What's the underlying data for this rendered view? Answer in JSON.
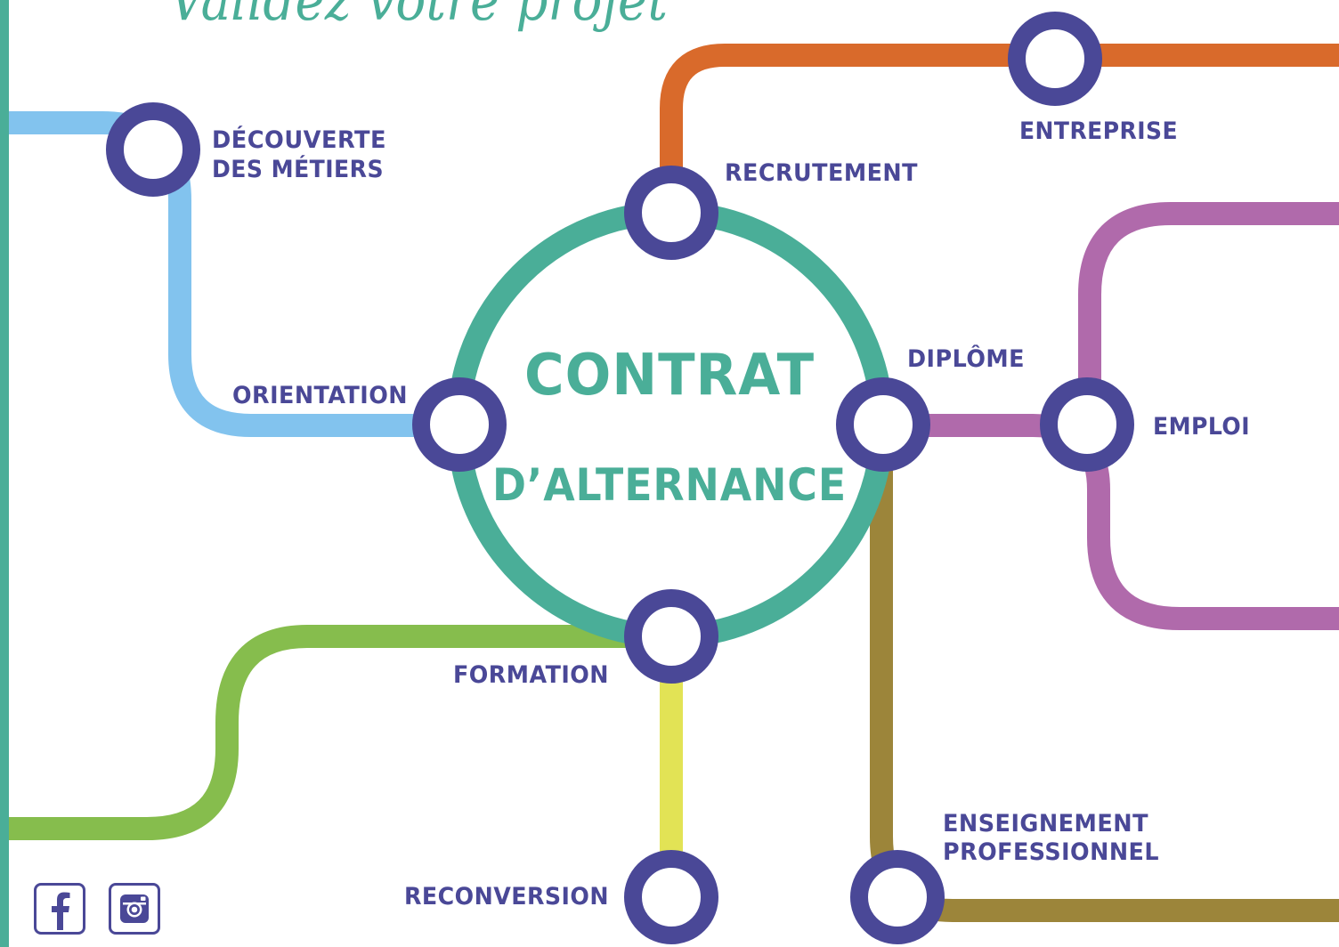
{
  "header": {
    "script_title": "Validez votre projet"
  },
  "center": {
    "line1": "CONTRAT",
    "line2": "D’ALTERNANCE"
  },
  "stations": {
    "decouverte": [
      "DÉCOUVERTE",
      "DES MÉTIERS"
    ],
    "orientation": "ORIENTATION",
    "recrutement": "RECRUTEMENT",
    "entreprise": "ENTREPRISE",
    "diplome": "DIPLÔME",
    "emploi": "EMPLOI",
    "formation": "FORMATION",
    "reconversion": "RECONVERSION",
    "enseignement": [
      "ENSEIGNEMENT",
      "PROFESSIONNEL"
    ]
  },
  "social": {
    "facebook": "facebook-icon",
    "instagram": "instagram-icon"
  },
  "colors": {
    "station_ring": "#4a4897",
    "label_text": "#4a4897",
    "center_ring": "#4aae98",
    "center_text": "#4aae98",
    "light_blue_line": "#82c3ee",
    "orange_line": "#d96a2b",
    "purple_line": "#b06aab",
    "green_line": "#86bd4d",
    "yellow_line": "#e2e355",
    "olive_line": "#9c853a",
    "left_bar": "#4aae98"
  }
}
